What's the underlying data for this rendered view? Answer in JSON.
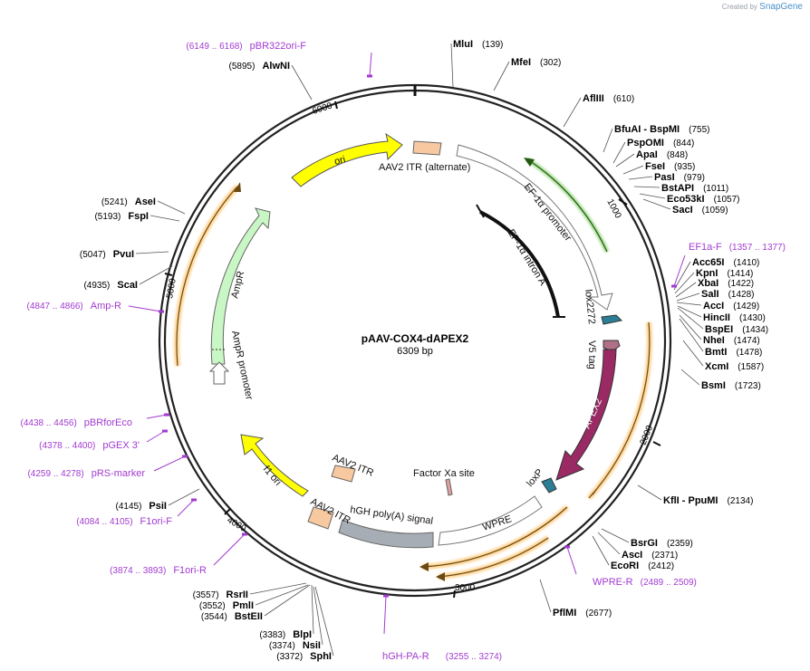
{
  "credit": {
    "prefix": "Created by",
    "brand": "SnapGene"
  },
  "plasmid": {
    "name": "pAAV-COX4-dAPEX2",
    "length_label": "6309 bp",
    "length": 6309
  },
  "ticks": [
    "1000",
    "2000",
    "3000",
    "4000",
    "5000",
    "6000"
  ],
  "sites": [
    {
      "name": "MluI",
      "pos": "(139)"
    },
    {
      "name": "MfeI",
      "pos": "(302)"
    },
    {
      "name": "AflIII",
      "pos": "(610)"
    },
    {
      "name": "BfuAI - BspMI",
      "pos": "(755)"
    },
    {
      "name": "PspOMI",
      "pos": "(844)"
    },
    {
      "name": "ApaI",
      "pos": "(848)"
    },
    {
      "name": "FseI",
      "pos": "(935)"
    },
    {
      "name": "PasI",
      "pos": "(979)"
    },
    {
      "name": "BstAPI",
      "pos": "(1011)"
    },
    {
      "name": "Eco53kI",
      "pos": "(1057)"
    },
    {
      "name": "SacI",
      "pos": "(1059)"
    },
    {
      "name": "Acc65I",
      "pos": "(1410)"
    },
    {
      "name": "KpnI",
      "pos": "(1414)"
    },
    {
      "name": "XbaI",
      "pos": "(1422)"
    },
    {
      "name": "SalI",
      "pos": "(1428)"
    },
    {
      "name": "AccI",
      "pos": "(1429)"
    },
    {
      "name": "HincII",
      "pos": "(1430)"
    },
    {
      "name": "BspEI",
      "pos": "(1434)"
    },
    {
      "name": "NheI",
      "pos": "(1474)"
    },
    {
      "name": "BmtI",
      "pos": "(1478)"
    },
    {
      "name": "XcmI",
      "pos": "(1587)"
    },
    {
      "name": "BsmI",
      "pos": "(1723)"
    },
    {
      "name": "KflI - PpuMI",
      "pos": "(2134)"
    },
    {
      "name": "BsrGI",
      "pos": "(2359)"
    },
    {
      "name": "AscI",
      "pos": "(2371)"
    },
    {
      "name": "EcoRI",
      "pos": "(2412)"
    },
    {
      "name": "PflMI",
      "pos": "(2677)"
    },
    {
      "name": "SphI",
      "pos": "(3372)"
    },
    {
      "name": "NsiI",
      "pos": "(3374)"
    },
    {
      "name": "BlpI",
      "pos": "(3383)"
    },
    {
      "name": "BstEII",
      "pos": "(3544)"
    },
    {
      "name": "PmlI",
      "pos": "(3552)"
    },
    {
      "name": "RsrII",
      "pos": "(3557)"
    },
    {
      "name": "PsiI",
      "pos": "(4145)"
    },
    {
      "name": "ScaI",
      "pos": "(4935)"
    },
    {
      "name": "PvuI",
      "pos": "(5047)"
    },
    {
      "name": "FspI",
      "pos": "(5193)"
    },
    {
      "name": "AseI",
      "pos": "(5241)"
    },
    {
      "name": "AlwNI",
      "pos": "(5895)"
    }
  ],
  "primers": [
    {
      "name": "pBR322ori-F",
      "range": "(6149 .. 6168)"
    },
    {
      "name": "EF1a-F",
      "range": "(1357 .. 1377)"
    },
    {
      "name": "WPRE-R",
      "range": "(2489 .. 2509)"
    },
    {
      "name": "hGH-PA-R",
      "range": "(3255 .. 3274)"
    },
    {
      "name": "F1ori-R",
      "range": "(3874 .. 3893)"
    },
    {
      "name": "F1ori-F",
      "range": "(4084 .. 4105)"
    },
    {
      "name": "pRS-marker",
      "range": "(4259 .. 4278)"
    },
    {
      "name": "pGEX 3'",
      "range": "(4378 .. 4400)"
    },
    {
      "name": "pBRforEco",
      "range": "(4438 .. 4456)"
    },
    {
      "name": "Amp-R",
      "range": "(4847 .. 4866)"
    }
  ],
  "features": {
    "ori": "ori",
    "aav2_itr_alt": "AAV2 ITR (alternate)",
    "ef1a_promoter": "EF-1α promoter",
    "ef1a_intron": "EF-1α intron A",
    "lox2272": "lox2272",
    "v5_tag": "V5 tag",
    "apex2": "APEX2",
    "loxp": "loxP",
    "factor_xa": "Factor Xa site",
    "wpre": "WPRE",
    "hgh_polya": "hGH poly(A) signal",
    "aav2_itr_1": "AAV2 ITR",
    "aav2_itr_2": "AAV2 ITR",
    "f1_ori": "f1 ori",
    "ampr": "AmpR",
    "ampr_promoter": "AmpR promoter"
  },
  "colors": {
    "backbone": "#222222",
    "ori": "#ffff00",
    "itr": "#f8c9a0",
    "promoter": "#ffffff",
    "ampr": "#c8f7c5",
    "apex2": "#992a64",
    "v5": "#b07088",
    "lox": "#2a7f95",
    "polya": "#a6adb4",
    "orf_arrow": "#ffc062",
    "ef1a_arrow": "#5bbf3a",
    "primer": "#a23ad0",
    "factor_xa": "#e0a0a0"
  }
}
